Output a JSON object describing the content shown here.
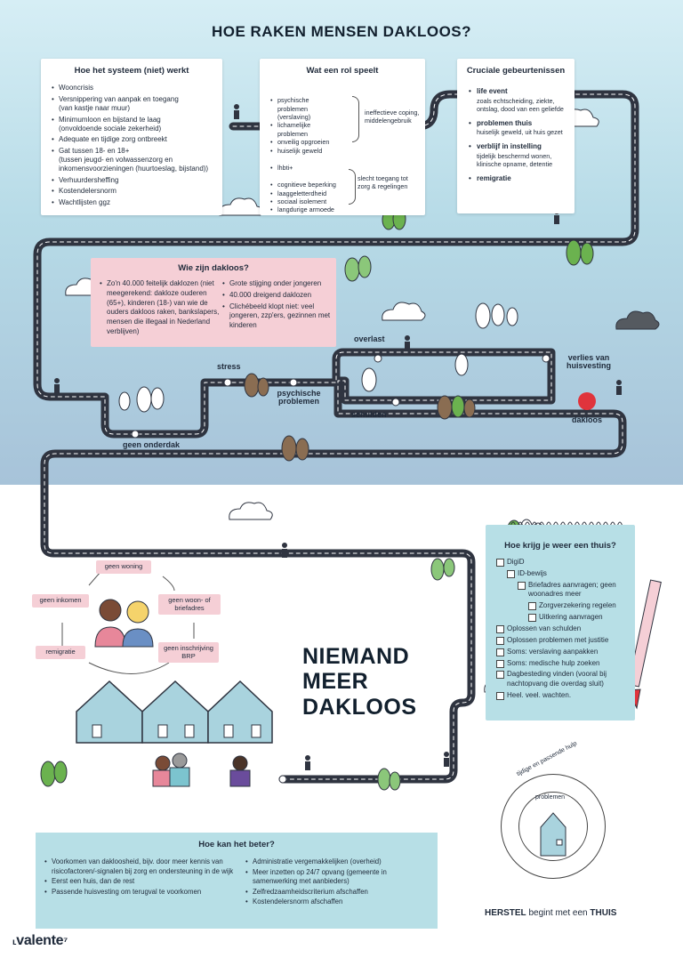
{
  "title": "HOE RAKEN MENSEN DAKLOOS?",
  "system": {
    "heading": "Hoe het systeem (niet) werkt",
    "items": [
      {
        "main": "Wooncrisis",
        "sub": ""
      },
      {
        "main": "Versnippering van aanpak en toegang",
        "sub": "(van kastje naar muur)"
      },
      {
        "main": "Minimumloon en bijstand te laag",
        "sub": "(onvoldoende sociale zekerheid)"
      },
      {
        "main": "Adequate en tijdige zorg ontbreekt",
        "sub": ""
      },
      {
        "main": "Gat tussen 18- en 18+",
        "sub": "(tussen jeugd- en volwassenzorg en inkomensvoorzieningen (huurtoeslag, bijstand))"
      },
      {
        "main": "Verhuurdersheffing",
        "sub": ""
      },
      {
        "main": "Kostendelersnorm",
        "sub": ""
      },
      {
        "main": "Wachtlijsten ggz",
        "sub": ""
      }
    ]
  },
  "roles": {
    "heading": "Wat een rol speelt",
    "group1": [
      "psychische problemen (verslaving)",
      "lichamelijke problemen",
      "onveilig opgroeien",
      "huiselijk geweld"
    ],
    "group1_note": "ineffectieve coping, middelengebruik",
    "mid": "lhbti+",
    "group2": [
      "cognitieve beperking",
      "laaggeletterdheid",
      "sociaal isolement",
      "langdurige armoede"
    ],
    "group2_note": "slecht toegang tot zorg & regelingen"
  },
  "events": {
    "heading": "Cruciale gebeurtenissen",
    "items": [
      {
        "title": "life event",
        "desc": "zoals echtscheiding, ziekte, ontslag, dood van een geliefde"
      },
      {
        "title": "problemen thuis",
        "desc": "huiselijk geweld, uit huis gezet"
      },
      {
        "title": "verblijf in instelling",
        "desc": "tijdelijk beschermd wonen, klinische opname, detentie"
      },
      {
        "title": "remigratie",
        "desc": ""
      }
    ]
  },
  "who": {
    "heading": "Wie zijn dakloos?",
    "left": [
      "Zo'n 40.000 feitelijk daklozen (niet meegerekend: dakloze ouderen (65+), kinderen (18-) van wie de ouders dakloos raken, bankslapers, mensen die illegaal in Nederland verblijven)"
    ],
    "right": [
      "Grote stijging onder jongeren",
      "40.000 dreigend daklozen",
      "Clichébeeld klopt niet: veel jongeren, zzp'ers, gezinnen met kinderen"
    ]
  },
  "road_labels": {
    "stress": "stress",
    "overlast": "overlast",
    "verlies": "verlies van huisvesting",
    "psychische": "psychische problemen",
    "schulden": "schulden",
    "dakloos": "dakloos",
    "onderdak": "geen onderdak"
  },
  "cycle": {
    "woning": "geen woning",
    "woon": "geen woon- of briefadres",
    "brp": "geen inschrijving BRP",
    "remigratie": "remigratie",
    "inkomen": "geen inkomen"
  },
  "slogan": [
    "NIEMAND",
    "MEER",
    "DAKLOOS"
  ],
  "home": {
    "heading": "Hoe krijg je weer een thuis?",
    "items": [
      {
        "text": "DigiD",
        "level": 0
      },
      {
        "text": "ID-bewijs",
        "level": 1
      },
      {
        "text": "Briefadres aanvragen; geen woonadres meer",
        "level": 2
      },
      {
        "text": "Zorgverzekering regelen",
        "level": 3
      },
      {
        "text": "Uitkering aanvragen",
        "level": 3
      },
      {
        "text": "Oplossen van schulden",
        "level": 0
      },
      {
        "text": "Oplossen problemen met justitie",
        "level": 0
      },
      {
        "text": "Soms: verslaving aanpakken",
        "level": 0
      },
      {
        "text": "Soms: medische hulp zoeken",
        "level": 0
      },
      {
        "text": "Dagbesteding vinden (vooral bij nachtopvang die overdag sluit)",
        "level": 0
      },
      {
        "text": "Heel. veel. wachten.",
        "level": 0
      }
    ]
  },
  "improve": {
    "heading": "Hoe kan het beter?",
    "left": [
      "Voorkomen van dakloosheid, bijv. door meer kennis van risicofactoren/-signalen bij zorg en ondersteuning in de wijk",
      "Eerst een huis, dan de rest",
      "Passende huisvesting om terugval te voorkomen"
    ],
    "right": [
      "Administratie vergemakkelijken (overheid)",
      "Meer inzetten op 24/7 opvang (gemeente in samenwerking met aanbieders)",
      "Zelfredzaamheidscriterium afschaffen",
      "Kostendelersnorm afschaffen"
    ]
  },
  "circle": {
    "outer": "tijdige en passende hulp",
    "inner": "problemen"
  },
  "herstel": {
    "a": "HERSTEL",
    "b": " begint met een ",
    "c": "THUIS"
  },
  "logo": "valente",
  "colors": {
    "road": "#2f3440",
    "pink": "#f5cfd6",
    "teal": "#b7dfe6",
    "red": "#e0343c"
  }
}
